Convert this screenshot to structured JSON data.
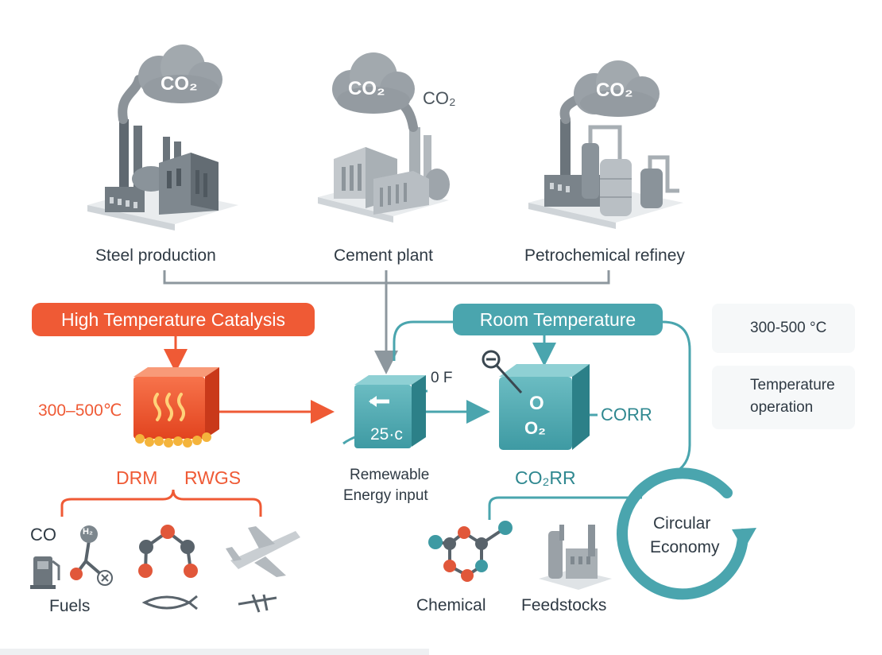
{
  "sources": {
    "steel": "Steel production",
    "cement": "Cement plant",
    "petro": "Petrochemical refiney",
    "cloud_label": "CO₂",
    "side_co2": "CO₂"
  },
  "left_branch": {
    "title": "High Temperature Catalysis",
    "temp": "300–500℃",
    "drm": "DRM",
    "rwgs": "RWGS",
    "co": "CO",
    "h2": "H₂",
    "fuels": "Fuels"
  },
  "right_branch": {
    "title": "Room Temperature",
    "cell_temp": "25·c",
    "of_label": "0 F",
    "electrolyzer_top": "O",
    "electrolyzer_bottom": "O₂",
    "corr": "CORR",
    "energy_line1": "Remewable",
    "energy_line2": "Energy input",
    "co2rr": "CO₂RR",
    "chemical": "Chemical",
    "feedstocks": "Feedstocks",
    "circular_line1": "Circular",
    "circular_line2": "Economy"
  },
  "legend": {
    "high_temp": "300-500 °C",
    "room_line1": "Temperature",
    "room_line2": "operation"
  },
  "colors": {
    "orange": "#ef5a35",
    "teal": "#4aa5ae",
    "teal_dark": "#2f8890",
    "gray": "#8d979e",
    "molecule_orange": "#e1573a",
    "molecule_gray": "#59636b",
    "molecule_teal": "#3e9aa3"
  }
}
